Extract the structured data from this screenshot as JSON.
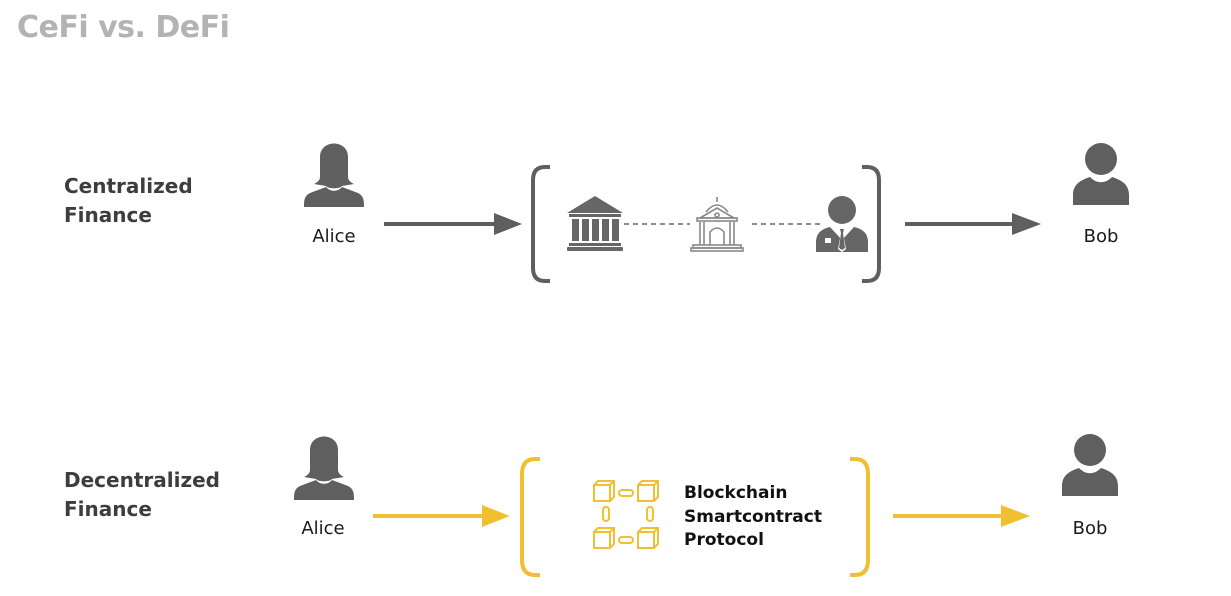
{
  "title": "CeFi vs. DeFi",
  "colors": {
    "gray": "#5f5f5f",
    "gold": "#f0c030",
    "title": "#b3b3b3"
  },
  "centralized": {
    "label_line1": "Centralized",
    "label_line2": "Finance",
    "sender": "Alice",
    "receiver": "Bob",
    "intermediaries": [
      "bank-icon",
      "government-building-icon",
      "banker-icon"
    ]
  },
  "decentralized": {
    "label_line1": "Decentralized",
    "label_line2": "Finance",
    "sender": "Alice",
    "receiver": "Bob",
    "protocol_lines": [
      "Blockchain",
      "Smartcontract",
      "Protocol"
    ]
  }
}
